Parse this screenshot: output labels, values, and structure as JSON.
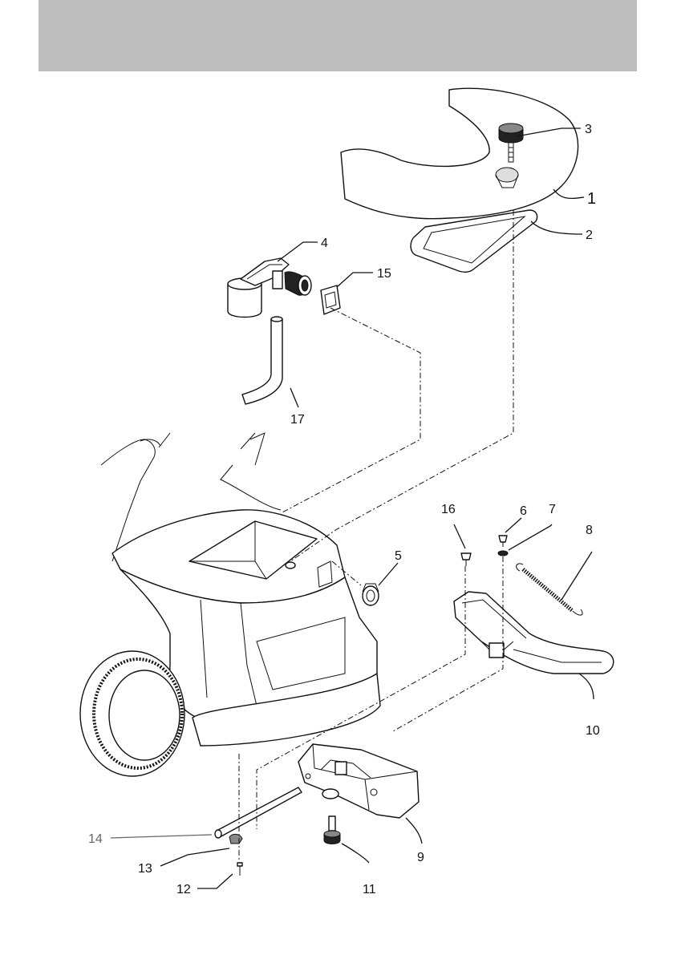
{
  "diagram": {
    "callouts": [
      {
        "id": "c1",
        "label": "1"
      },
      {
        "id": "c2",
        "label": "2"
      },
      {
        "id": "c3",
        "label": "3"
      },
      {
        "id": "c4",
        "label": "4"
      },
      {
        "id": "c5",
        "label": "5"
      },
      {
        "id": "c6",
        "label": "6"
      },
      {
        "id": "c7",
        "label": "7"
      },
      {
        "id": "c8",
        "label": "8"
      },
      {
        "id": "c9",
        "label": "9"
      },
      {
        "id": "c10",
        "label": "10"
      },
      {
        "id": "c11",
        "label": "11"
      },
      {
        "id": "c12",
        "label": "12"
      },
      {
        "id": "c13",
        "label": "13"
      },
      {
        "id": "c14",
        "label": "14"
      },
      {
        "id": "c15",
        "label": "15"
      },
      {
        "id": "c16",
        "label": "16"
      },
      {
        "id": "c17",
        "label": "17"
      }
    ]
  },
  "colors": {
    "header_band": "#bdbdbd",
    "line": "#111111",
    "callout_grey": "#666666"
  }
}
